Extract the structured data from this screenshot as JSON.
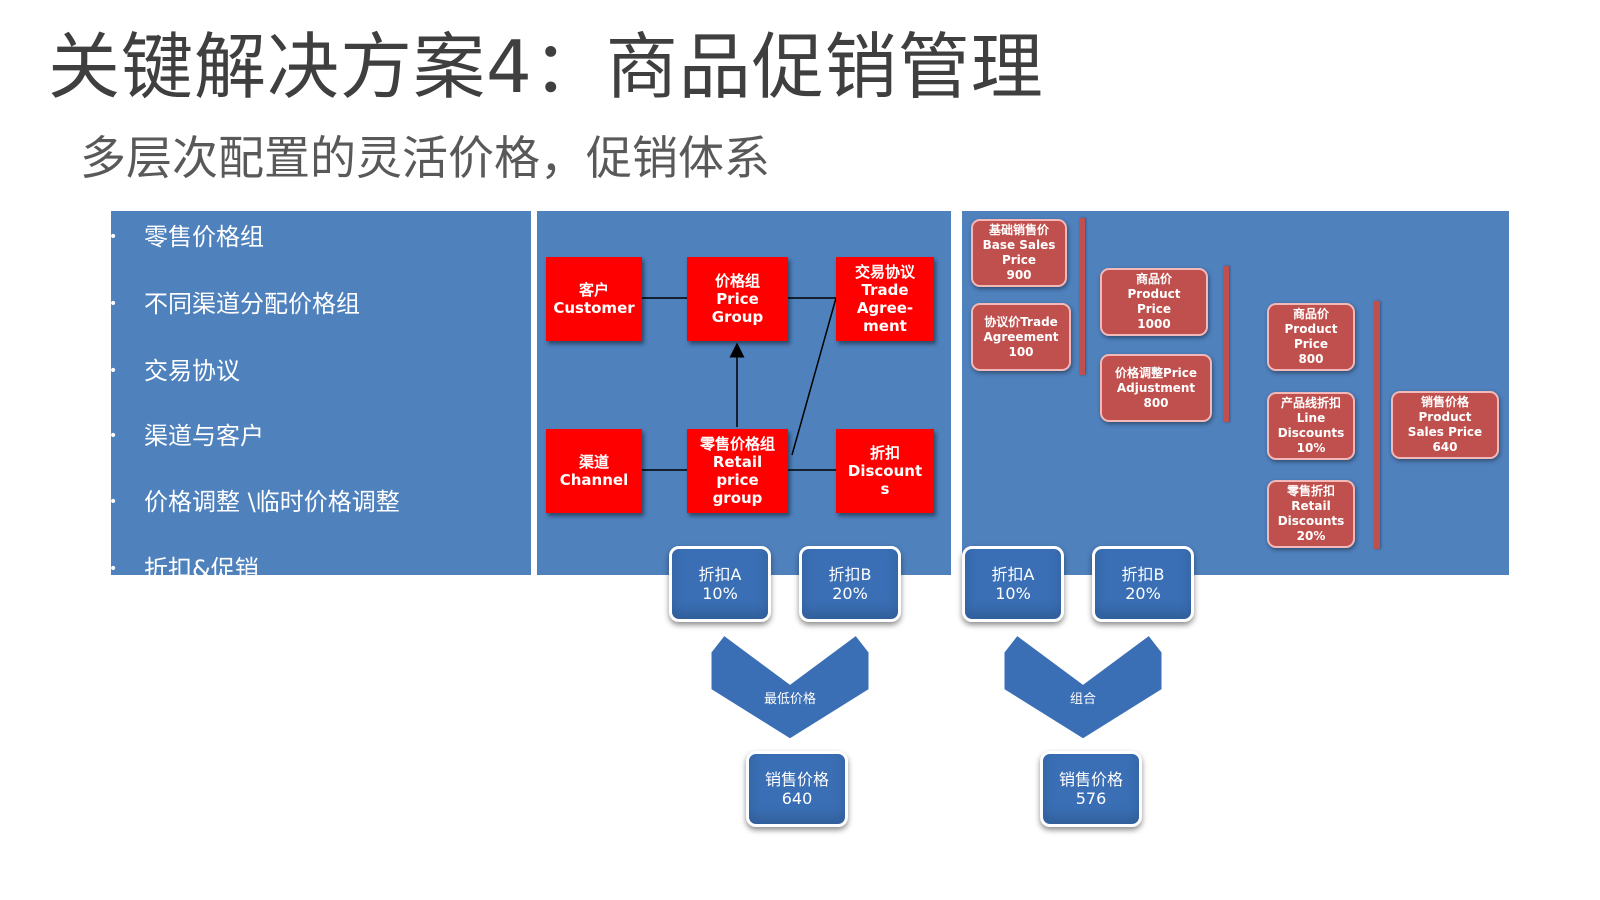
{
  "title": "关键解决方案4：商品促销管理",
  "subtitle": "多层次配置的灵活价格，促销体系",
  "left_panel": {
    "bullets": [
      {
        "text": "零售价格组"
      },
      {
        "text": "不同渠道分配价格组"
      },
      {
        "text": "交易协议"
      },
      {
        "text": "渠道与客户"
      },
      {
        "text": "价格调整 \\临时价格调整"
      },
      {
        "text": "折扣&促销"
      }
    ]
  },
  "mid_diagram": {
    "customer": "客户\nCustomer",
    "price_group": "价格组\nPrice\nGroup",
    "trade_agreement": "交易协议\nTrade\nAgree-\nment",
    "channel": "渠道\nChannel",
    "retail_price_group": "零售价格组\nRetail\nprice\ngroup",
    "discounts": "折扣\nDiscount\ns"
  },
  "right_diagram": {
    "base_sales_price": "基础销售价\nBase Sales\nPrice\n900",
    "trade_agreement_price": "协议价Trade\nAgreement\n100",
    "product_price_1000": "商品价\nProduct\nPrice\n1000",
    "price_adjustment": "价格调整Price\nAdjustment\n800",
    "product_price_800": "商品价\nProduct\nPrice\n800",
    "line_discounts": "产品线折扣\nLine\nDiscounts\n10%",
    "retail_discounts": "零售折扣\nRetail\nDiscounts\n20%",
    "sales_price": "销售价格\nProduct\nSales Price\n640"
  },
  "calc_left": {
    "discount_a": "折扣A\n10%",
    "discount_b": "折扣B\n20%",
    "operation": "最低价格",
    "result": "销售价格\n640"
  },
  "calc_right": {
    "discount_a": "折扣A\n10%",
    "discount_b": "折扣B\n20%",
    "operation": "组合",
    "result": "销售价格\n576"
  },
  "colors": {
    "panel_blue": "#4f81bd",
    "red": "#ff0000",
    "pink_red": "#c0504d",
    "dark_blue": "#3a6fb5"
  }
}
